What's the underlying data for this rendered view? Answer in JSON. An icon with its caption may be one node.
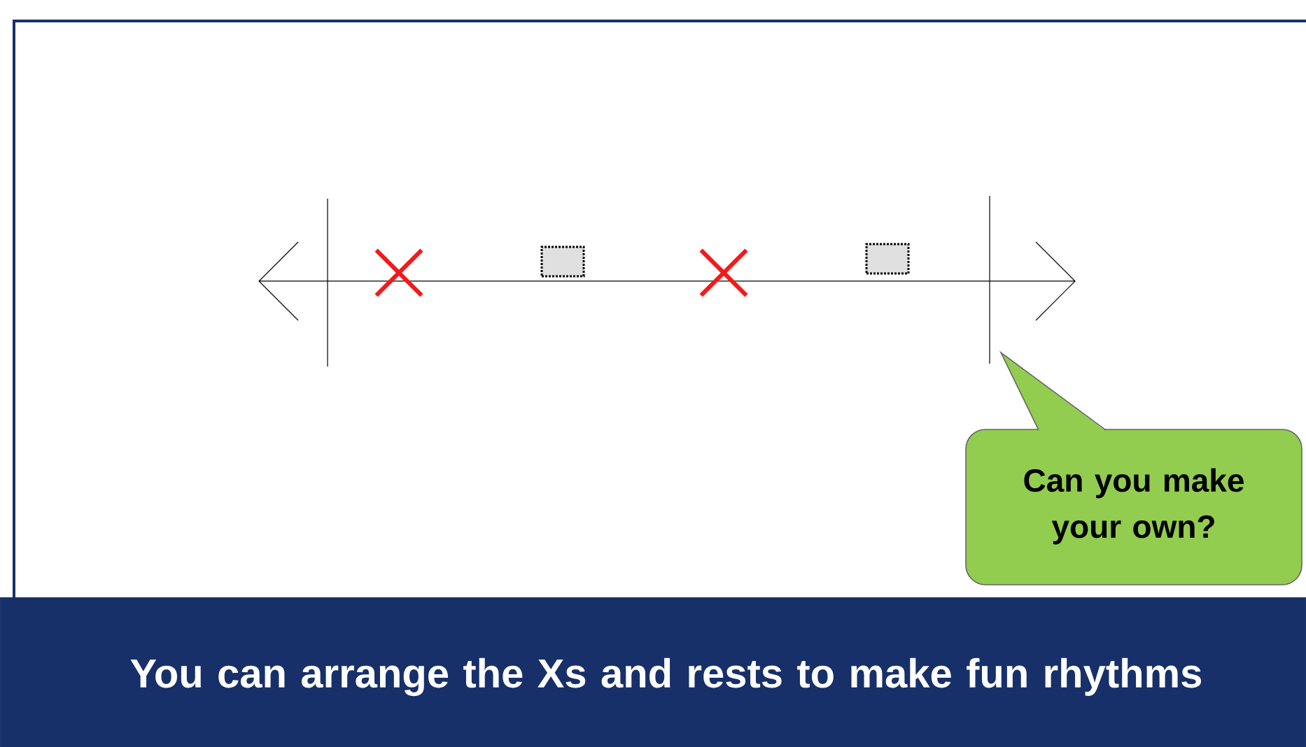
{
  "diagram": {
    "caption": "You can arrange the Xs and rests to make fun rhythms",
    "nodes": [
      {
        "text": [],
        "shape": "cross"
      },
      {
        "text": [],
        "shape": "box"
      },
      {
        "text": [],
        "shape": "cross"
      },
      {
        "text": [],
        "shape": "box"
      },
      {
        "text": [
          "Can you make your own?"
        ]
      }
    ]
  }
}
